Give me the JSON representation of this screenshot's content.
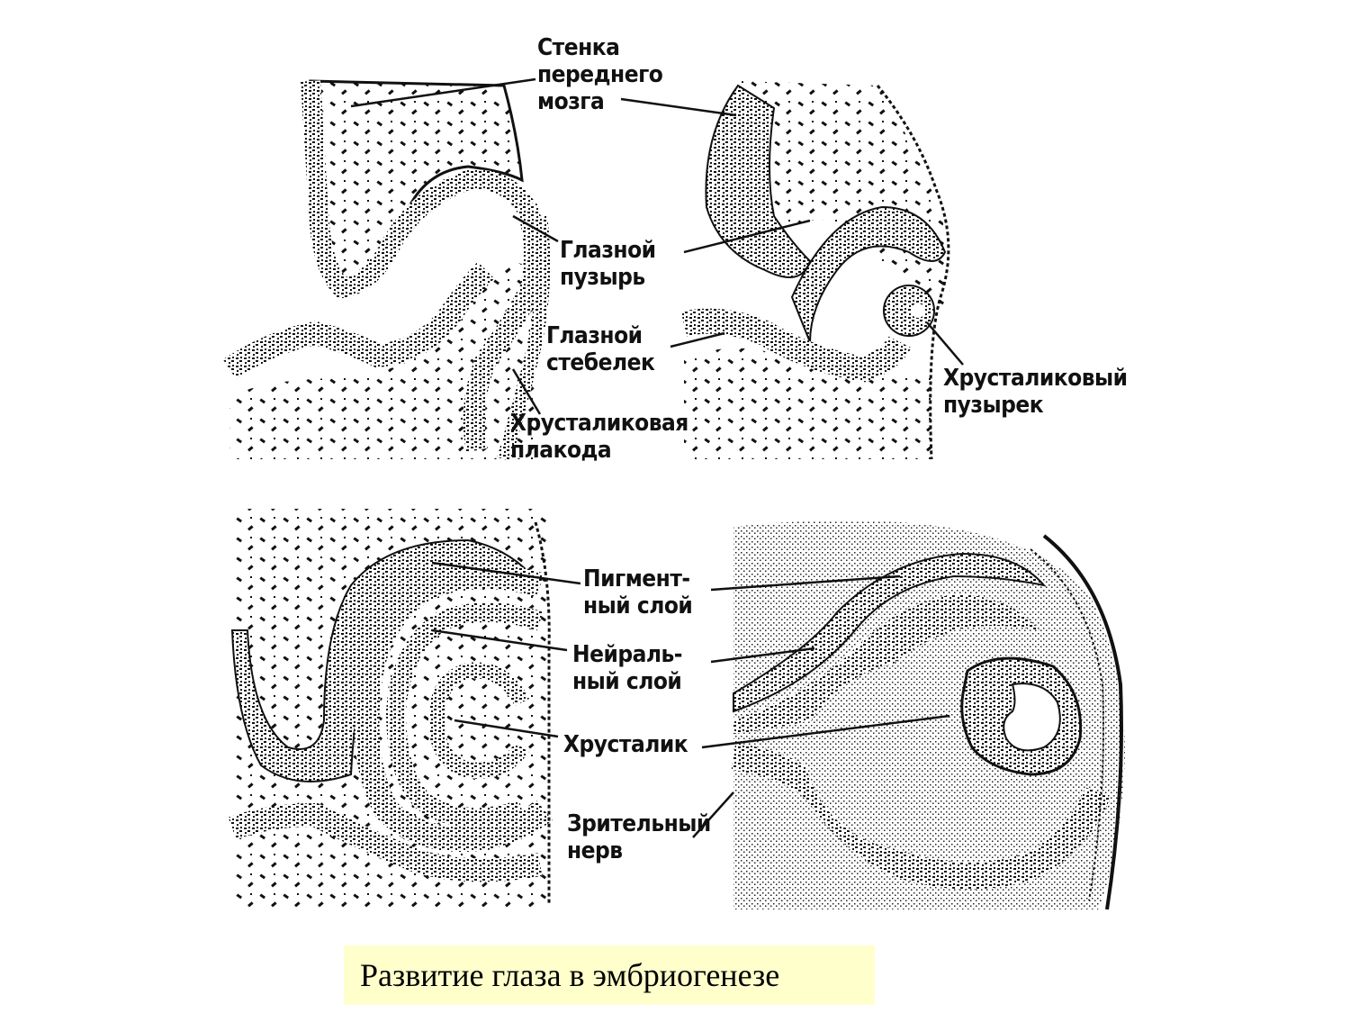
{
  "labels": {
    "forebrain_wall": [
      "Стенка",
      "переднего",
      "мозга"
    ],
    "optic_vesicle": [
      "Глазной",
      "пузырь"
    ],
    "optic_stalk": [
      "Глазной",
      "стебелек"
    ],
    "lens_placode": [
      "Хрусталиковая",
      "плакода"
    ],
    "lens_vesicle": [
      "Хрусталиковый",
      "пузырек"
    ],
    "pigment_layer": [
      "Пигмент-",
      "ный слой"
    ],
    "neural_layer": [
      "Нейраль-",
      "ный слой"
    ],
    "lens": [
      "Хрусталик"
    ],
    "optic_nerve": [
      "Зрительный",
      "нерв"
    ]
  },
  "caption": "Развитие глаза в эмбриогенезе",
  "colors": {
    "ink": "#111111",
    "caption_bg": "#ffffcc"
  }
}
